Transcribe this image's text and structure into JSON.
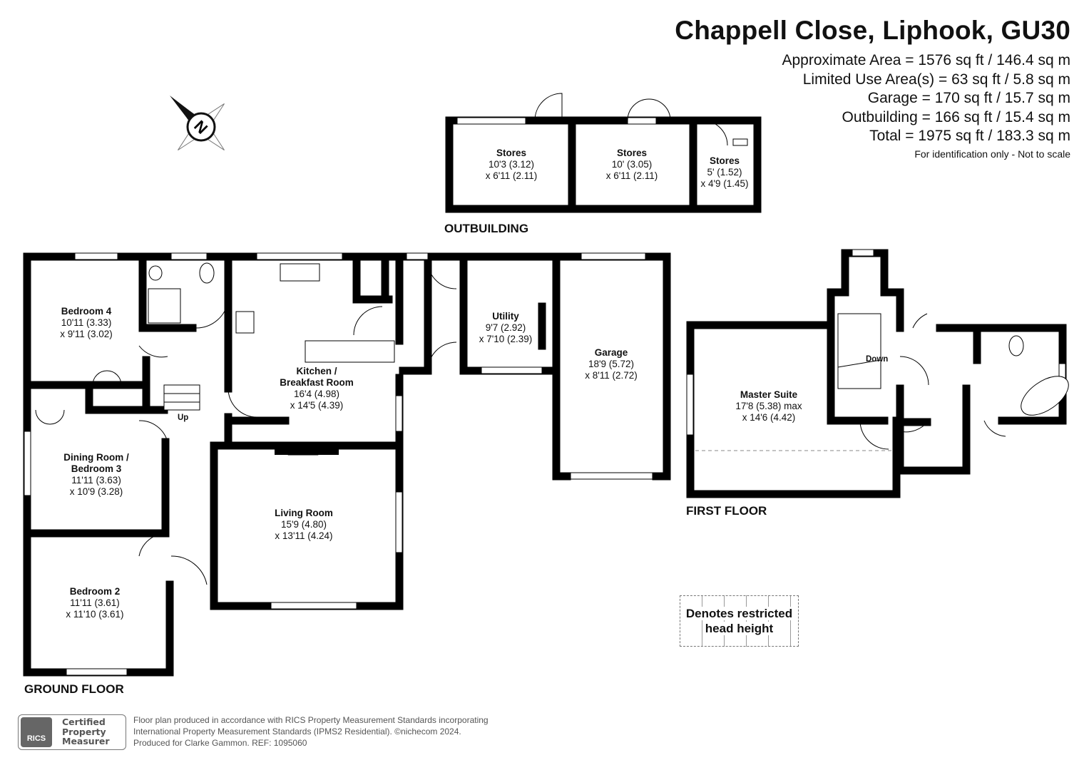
{
  "title": "Chappell Close, Liphook, GU30",
  "areas": [
    "Approximate Area = 1576 sq ft / 146.4 sq m",
    "Limited Use Area(s) = 63 sq ft / 5.8 sq m",
    "Garage = 170 sq ft / 15.7 sq m",
    "Outbuilding = 166 sq ft / 15.4 sq m",
    "Total = 1975 sq ft / 183.3 sq m"
  ],
  "disclaimer": "For identification only - Not to scale",
  "compass_label": "N",
  "floors": {
    "outbuilding": "OUTBUILDING",
    "ground": "GROUND FLOOR",
    "first": "FIRST FLOOR"
  },
  "rooms": {
    "stores1": {
      "name": "Stores",
      "dim1": "10'3 (3.12)",
      "dim2": "x 6'11 (2.11)"
    },
    "stores2": {
      "name": "Stores",
      "dim1": "10' (3.05)",
      "dim2": "x 6'11 (2.11)"
    },
    "stores3": {
      "name": "Stores",
      "dim1": "5' (1.52)",
      "dim2": "x 4'9 (1.45)"
    },
    "bedroom4": {
      "name": "Bedroom 4",
      "dim1": "10'11 (3.33)",
      "dim2": "x 9'11 (3.02)"
    },
    "dining": {
      "name": "Dining Room /",
      "name2": "Bedroom 3",
      "dim1": "11'11 (3.63)",
      "dim2": "x 10'9 (3.28)"
    },
    "bedroom2": {
      "name": "Bedroom 2",
      "dim1": "11'11 (3.61)",
      "dim2": "x 11'10 (3.61)"
    },
    "kitchen": {
      "name": "Kitchen /",
      "name2": "Breakfast Room",
      "dim1": "16'4 (4.98)",
      "dim2": "x 14'5 (4.39)"
    },
    "living": {
      "name": "Living Room",
      "dim1": "15'9 (4.80)",
      "dim2": "x 13'11 (4.24)"
    },
    "utility": {
      "name": "Utility",
      "dim1": "9'7 (2.92)",
      "dim2": "x 7'10 (2.39)"
    },
    "garage": {
      "name": "Garage",
      "dim1": "18'9 (5.72)",
      "dim2": "x 8'11 (2.72)"
    },
    "master": {
      "name": "Master Suite",
      "dim1": "17'8 (5.38) max",
      "dim2": "x 14'6 (4.42)"
    }
  },
  "stair_labels": {
    "up": "Up",
    "down": "Down"
  },
  "legend": {
    "line1": "Denotes restricted",
    "line2": "head height"
  },
  "footer": {
    "line1": "Floor plan produced in accordance with RICS Property Measurement Standards incorporating",
    "line2": "International Property Measurement Standards (IPMS2 Residential).  ©nichecom 2024.",
    "line3": "Produced for Clarke Gammon.   REF: 1095060"
  },
  "badge": {
    "seal": "RICS",
    "line1": "Certified",
    "line2": "Property",
    "line3": "Measurer"
  }
}
